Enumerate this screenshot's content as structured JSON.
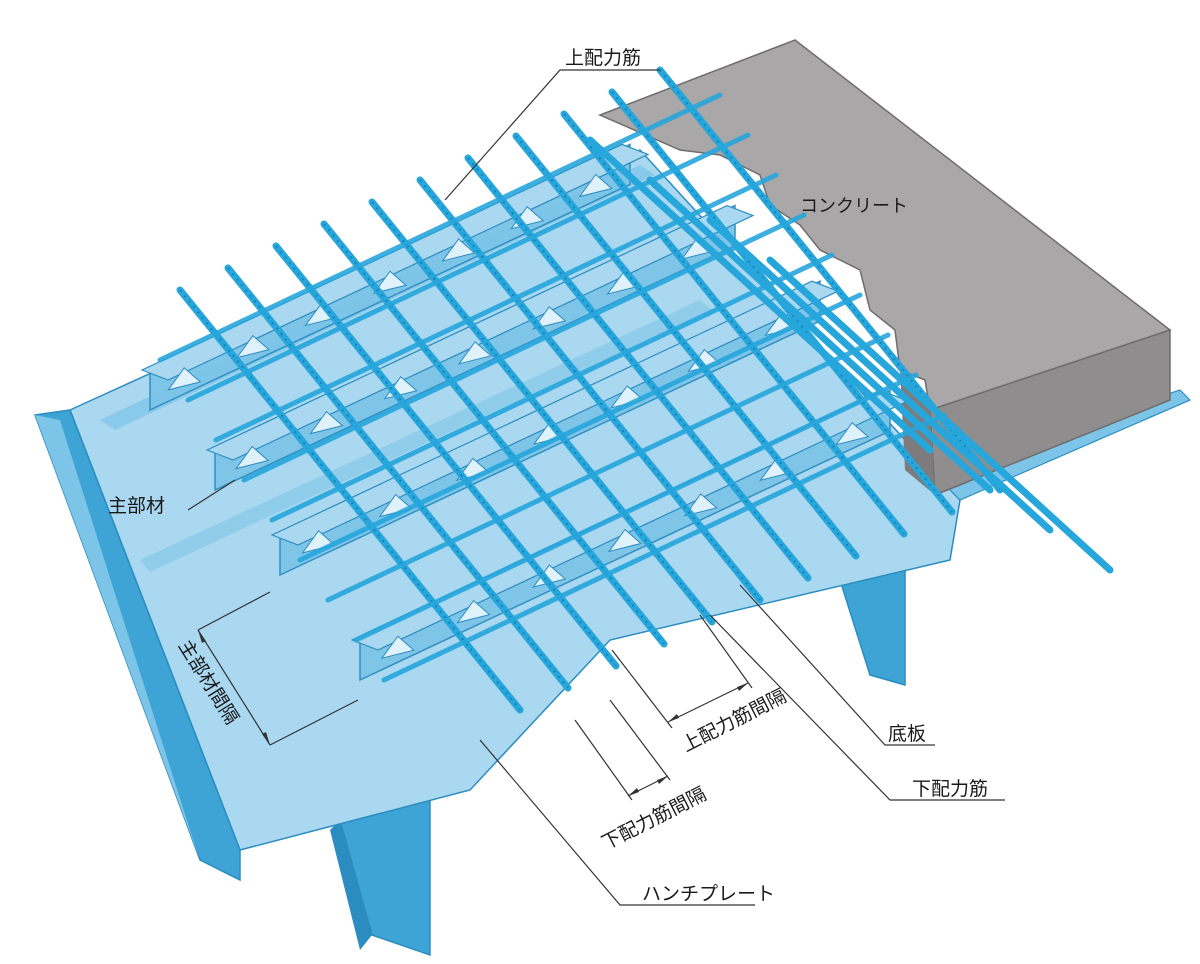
{
  "colors": {
    "steel_light": "#a9d8f0",
    "steel_mid": "#7cc4e8",
    "steel_dark": "#3ea3d5",
    "steel_edge": "#2b8cc0",
    "rebar": "#27a6dc",
    "rebar_dark": "#1583b8",
    "concrete_top": "#a9a7a8",
    "concrete_side": "#8f8d8e",
    "concrete_edge": "#6e6c6d"
  },
  "labels": {
    "top_rebar": "上配力筋",
    "concrete": "コンクリート",
    "main_member": "主部材",
    "main_member_spacing": "主部材間隔",
    "bottom_plate": "底板",
    "top_rebar_spacing": "上配力筋間隔",
    "bottom_rebar": "下配力筋",
    "bottom_rebar_spacing": "下配力筋間隔",
    "haunch_plate": "ハンチプレート"
  }
}
